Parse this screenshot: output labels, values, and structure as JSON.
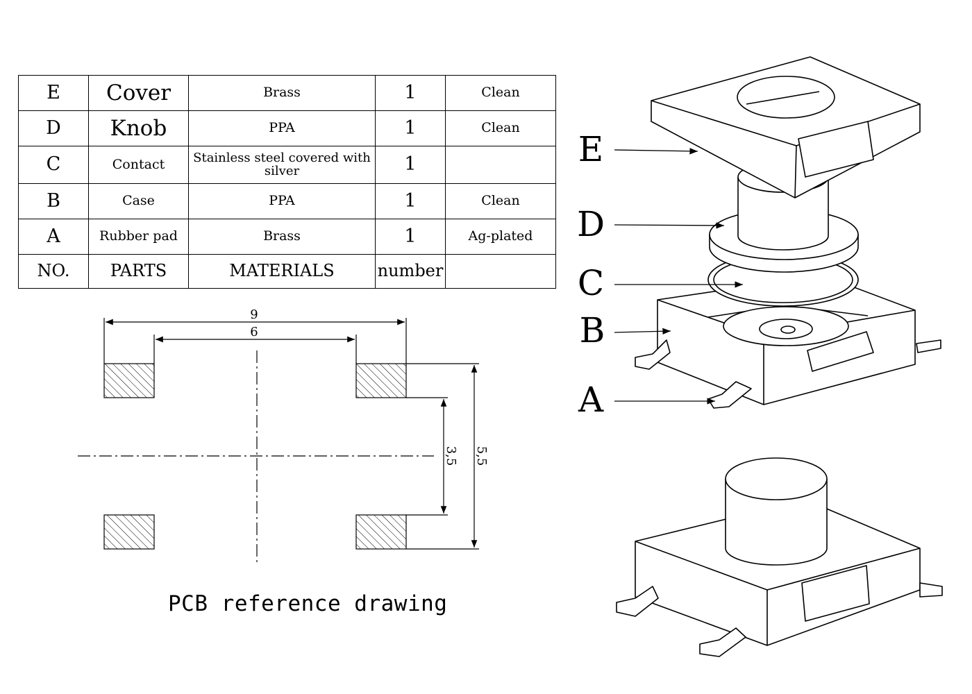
{
  "bom": {
    "rows": [
      {
        "no": "E",
        "part": "Cover",
        "material": "Brass",
        "number": "1",
        "finish": "Clean"
      },
      {
        "no": "D",
        "part": "Knob",
        "material": "PPA",
        "number": "1",
        "finish": "Clean"
      },
      {
        "no": "C",
        "part": "Contact",
        "material": "Stainless steel covered with silver",
        "number": "1",
        "finish": ""
      },
      {
        "no": "B",
        "part": "Case",
        "material": "PPA",
        "number": "1",
        "finish": "Clean"
      },
      {
        "no": "A",
        "part": "Rubber pad",
        "material": "Brass",
        "number": "1",
        "finish": "Ag-plated"
      }
    ],
    "header": {
      "no": "NO.",
      "part": "PARTS",
      "material": "MATERIALS",
      "number": "number",
      "finish": ""
    }
  },
  "pcb": {
    "title": "PCB reference drawing",
    "dim_outer_width": "9",
    "dim_inner_width": "6",
    "dim_inner_height": "3,5",
    "dim_outer_height": "5,5"
  },
  "callouts": [
    "E",
    "D",
    "C",
    "B",
    "A"
  ]
}
